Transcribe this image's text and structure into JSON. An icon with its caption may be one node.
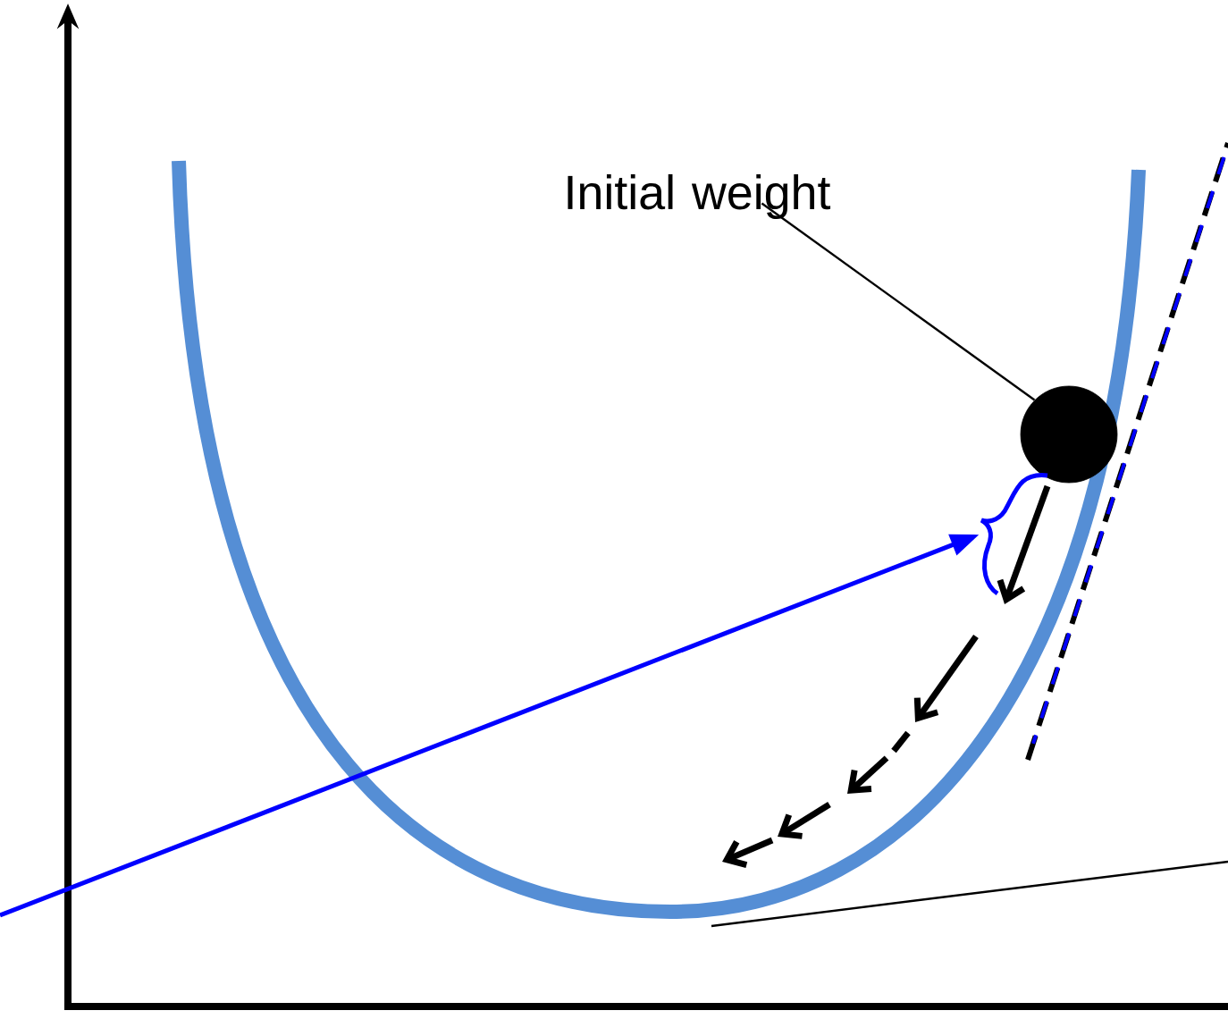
{
  "diagram": {
    "nodes": [
      {
        "text": [
          "Initial weight"
        ]
      },
      {
        "text": [],
        "shape": "circle"
      },
      {
        "text": [],
        "shape": "bracket"
      }
    ],
    "edges": [
      {
        "from": 0,
        "to": 1,
        "arrow": "none"
      },
      {
        "from": null,
        "to": 2,
        "arrow": "to",
        "color": "#0000ff"
      }
    ]
  }
}
